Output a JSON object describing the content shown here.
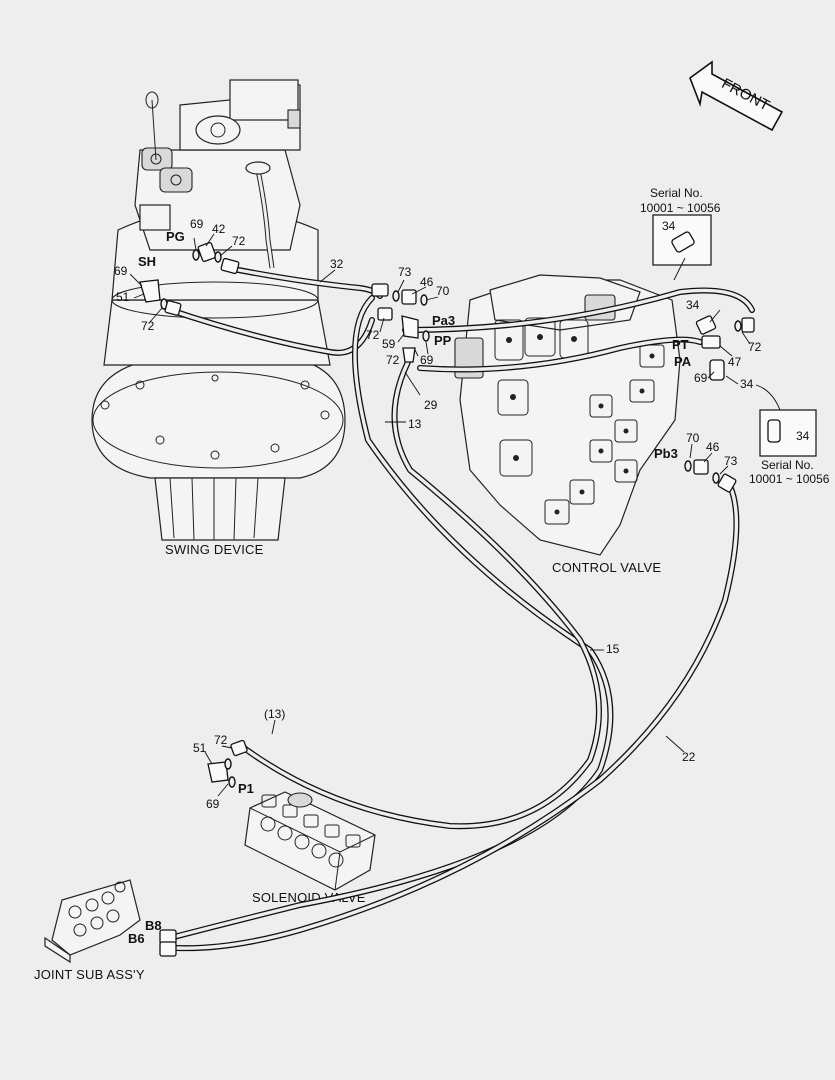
{
  "components": {
    "swing_device": "SWING DEVICE",
    "control_valve": "CONTROL VALVE",
    "solenoid_valve": "SOLENOID VALVE",
    "joint_sub_assy": "JOINT SUB ASS'Y",
    "front": "FRONT"
  },
  "ports": {
    "pg": "PG",
    "sh": "SH",
    "pa3": "Pa3",
    "pp": "PP",
    "pt": "PT",
    "pa": "PA",
    "pb3": "Pb3",
    "p1": "P1",
    "b8": "B8",
    "b6": "B6"
  },
  "serial_boxes": [
    {
      "title": "Serial No.",
      "range": "10001 ~ 10056",
      "part": "34"
    },
    {
      "title": "Serial No.",
      "range": "10001 ~ 10056",
      "part": "34"
    }
  ],
  "callouts": {
    "c69_pg": "69",
    "c42": "42",
    "c72_pg": "72",
    "c69_sh": "69",
    "c51_sh": "51",
    "c72_sh": "72",
    "c32": "32",
    "c73_cv": "73",
    "c46_cv": "46",
    "c70_cv": "70",
    "c72_cv": "72",
    "c59": "59",
    "c72_pp": "72",
    "c69_pp": "69",
    "c29": "29",
    "c13": "13",
    "c34_pt": "34",
    "c72_pt": "72",
    "c47": "47",
    "c69_pa": "69",
    "c34_pa": "34",
    "c70_pb": "70",
    "c46_pb": "46",
    "c73_pb": "73",
    "c15": "15",
    "c22": "22",
    "c13_ref": "(13)",
    "c51_sol": "51",
    "c72_sol": "72",
    "c69_sol": "69"
  },
  "colors": {
    "background": "#eeeeee",
    "line": "#111111"
  }
}
